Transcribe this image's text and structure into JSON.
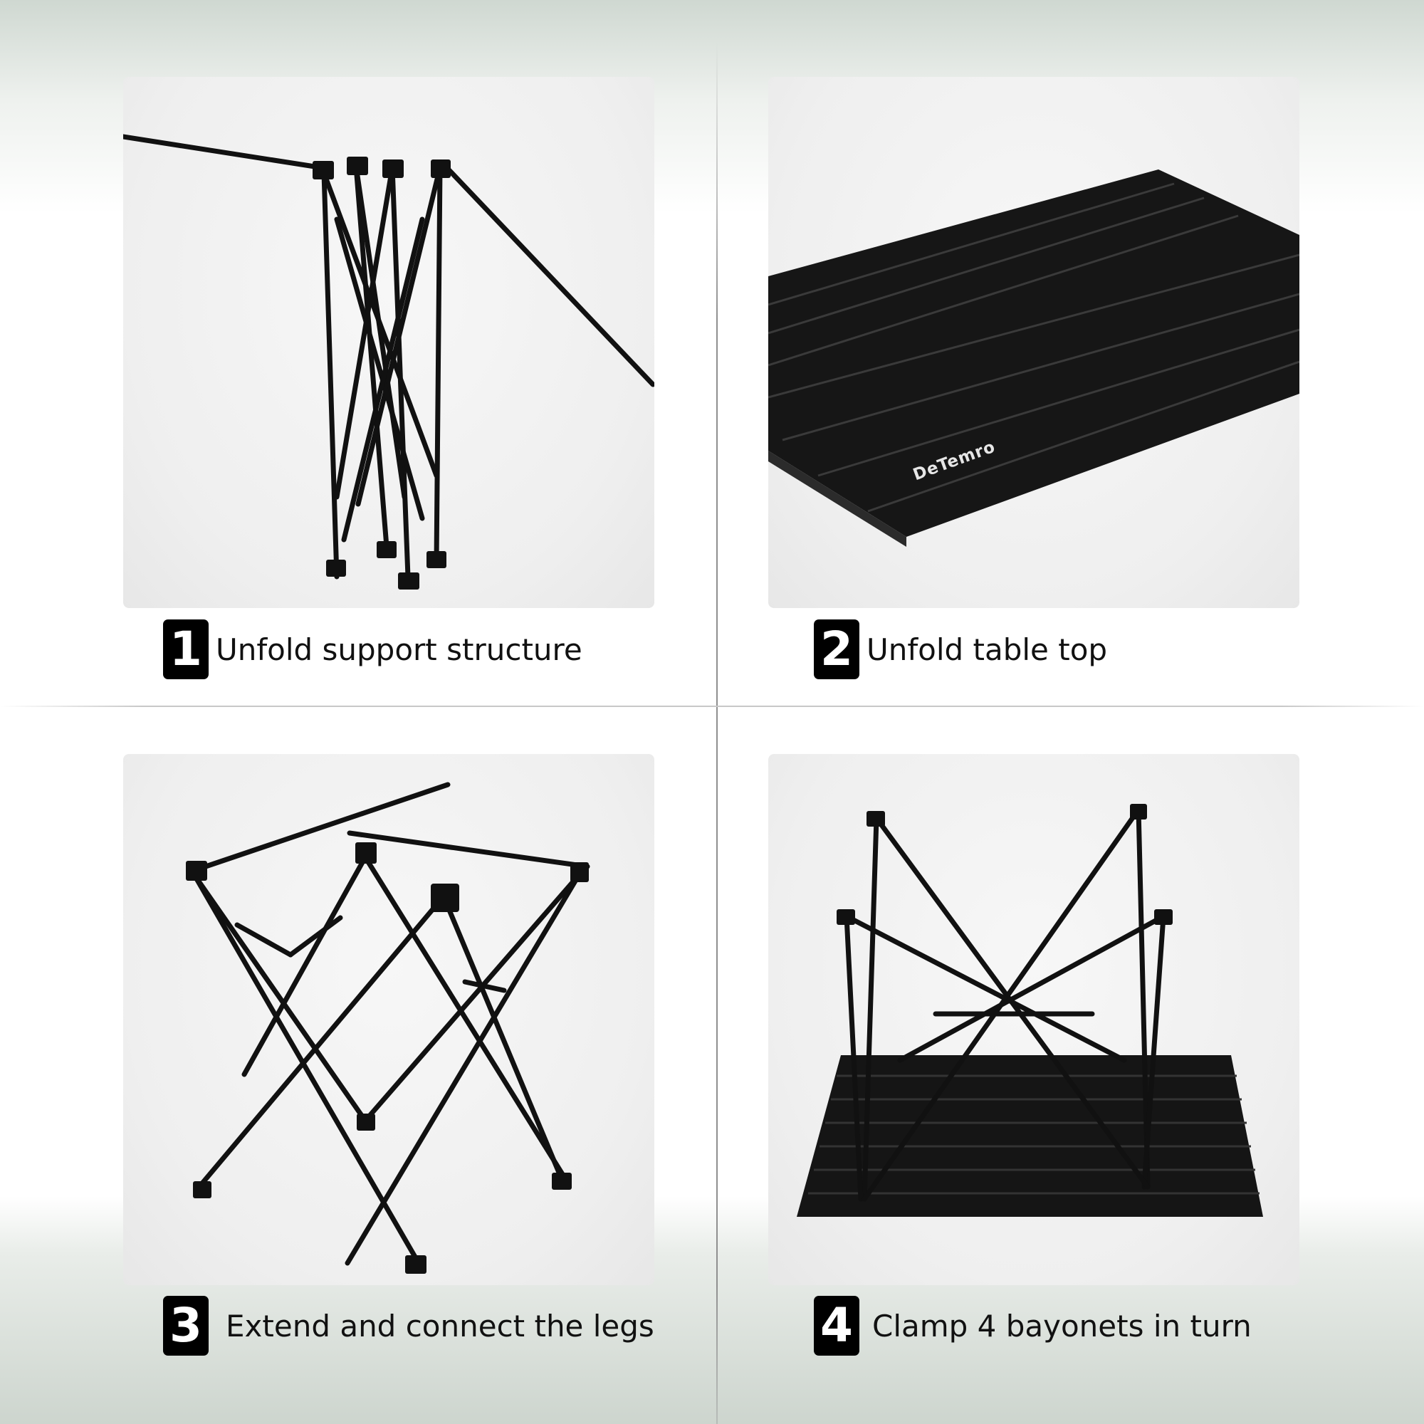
{
  "brand": "DeTemro",
  "steps": [
    {
      "number": "1",
      "caption": "Unfold support structure"
    },
    {
      "number": "2",
      "caption": "Unfold table top"
    },
    {
      "number": "3",
      "caption": "Extend and connect the legs"
    },
    {
      "number": "4",
      "caption": "Clamp 4 bayonets in turn"
    }
  ],
  "colors": {
    "frame": "#111111",
    "badge": "#000000",
    "background": "#ffffff"
  }
}
